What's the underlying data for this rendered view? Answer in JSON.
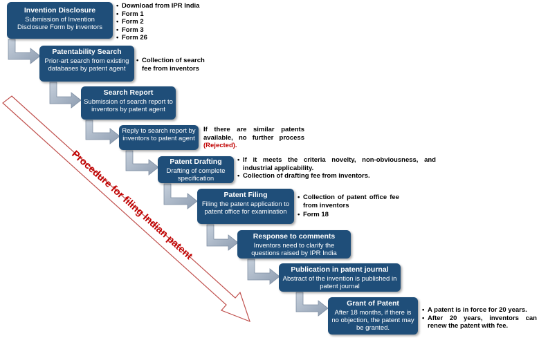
{
  "steps": [
    {
      "title": "Invention Disclosure",
      "desc": "Submission of Invention Disclosure Form by inventors"
    },
    {
      "title": "Patentability Search",
      "desc": "Prior-art search from existing databases by patent agent"
    },
    {
      "title": "Search Report",
      "desc": "Submission of search report to inventors by patent agent"
    },
    {
      "title": "",
      "desc": "Reply to search report by inventors to patent agent"
    },
    {
      "title": "Patent Drafting",
      "desc": "Drafting of complete specification"
    },
    {
      "title": "Patent Filing",
      "desc": "Filing the patent application to patent office for examination"
    },
    {
      "title": "Response to comments",
      "desc": "Inventors need to clarify the questions raised by IPR India"
    },
    {
      "title": "Publication in patent journal",
      "desc": "Abstract of the invention is published in patent journal"
    },
    {
      "title": "Grant of Patent",
      "desc": "After 18 months, if there is no objection, the patent may be granted."
    }
  ],
  "notes": {
    "disclosure": [
      "Download from IPR India",
      "Form 1",
      "Form 2",
      "Form 3",
      "Form 26"
    ],
    "search": [
      "Collection of search fee from inventors"
    ],
    "reply_text": "If there are similar patents available, no further process",
    "reply_rejected": "(Rejected).",
    "drafting": [
      "If it meets the criteria novelty, non-obviousness, and industrial applicability.",
      "Collection of drafting fee from inventors."
    ],
    "filing": [
      "Collection of patent office fee from inventors",
      "Form 18"
    ],
    "grant": [
      "A patent is in force for 20 years.",
      "After 20 years, inventors can renew the patent with fee."
    ]
  },
  "arrow_label": "Procedure for filing Indian patent",
  "colors": {
    "box": "#1f4e79",
    "connector": "#a6b4c4",
    "big_arrow": "#c0504d",
    "rejected": "#c00000"
  }
}
